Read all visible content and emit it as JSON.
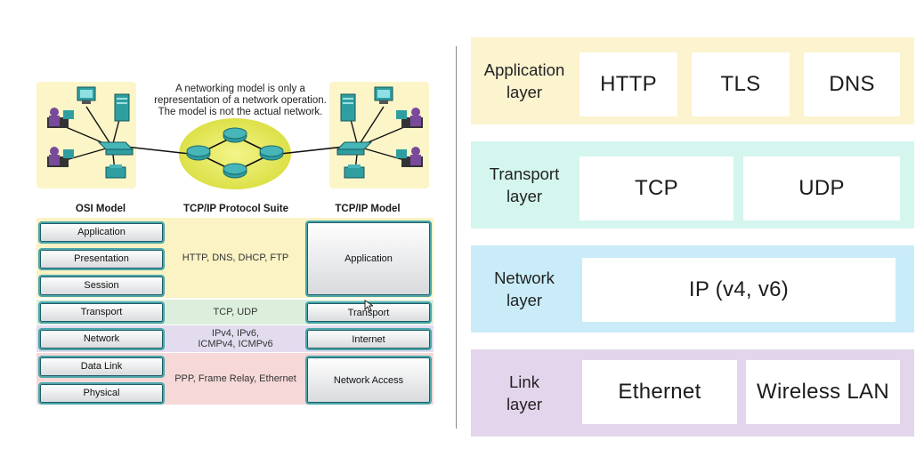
{
  "left": {
    "caption": [
      "A networking model is only a",
      "representation of a network operation.",
      "The model is not the actual network."
    ],
    "headers": {
      "osi": "OSI Model",
      "suite": "TCP/IP Protocol  Suite",
      "tcpip": "TCP/IP Model"
    },
    "osi_layers": [
      "Application",
      "Presentation",
      "Session",
      "Transport",
      "Network",
      "Data Link",
      "Physical"
    ],
    "suite": {
      "app": "HTTP, DNS, DHCP, FTP",
      "transport": "TCP, UDP",
      "network": [
        "IPv4, IPv6,",
        "ICMPv4, ICMPv6"
      ],
      "link": "PPP, Frame Relay, Ethernet"
    },
    "tcpip_layers": [
      "Application",
      "Transport",
      "Internet",
      "Network Access"
    ],
    "colors": {
      "app": "#fbf3c4",
      "transport": "#dcefdc",
      "network": "#e3dcef",
      "link": "#f6d8d8",
      "device_teal": "#2f9ea1"
    }
  },
  "right": {
    "layers": [
      {
        "label": [
          "Application",
          "layer"
        ],
        "color": "#fcf3cf",
        "protocols": [
          "HTTP",
          "TLS",
          "DNS"
        ]
      },
      {
        "label": [
          "Transport",
          "layer"
        ],
        "color": "#d4f6ee",
        "protocols": [
          "TCP",
          "UDP"
        ]
      },
      {
        "label": [
          "Network",
          "layer"
        ],
        "color": "#c9ecf8",
        "protocols": [
          "IP (v4, v6)"
        ]
      },
      {
        "label": [
          "Link",
          "layer"
        ],
        "color": "#e3d5ec",
        "protocols": [
          "Ethernet",
          "Wireless LAN"
        ]
      }
    ]
  }
}
